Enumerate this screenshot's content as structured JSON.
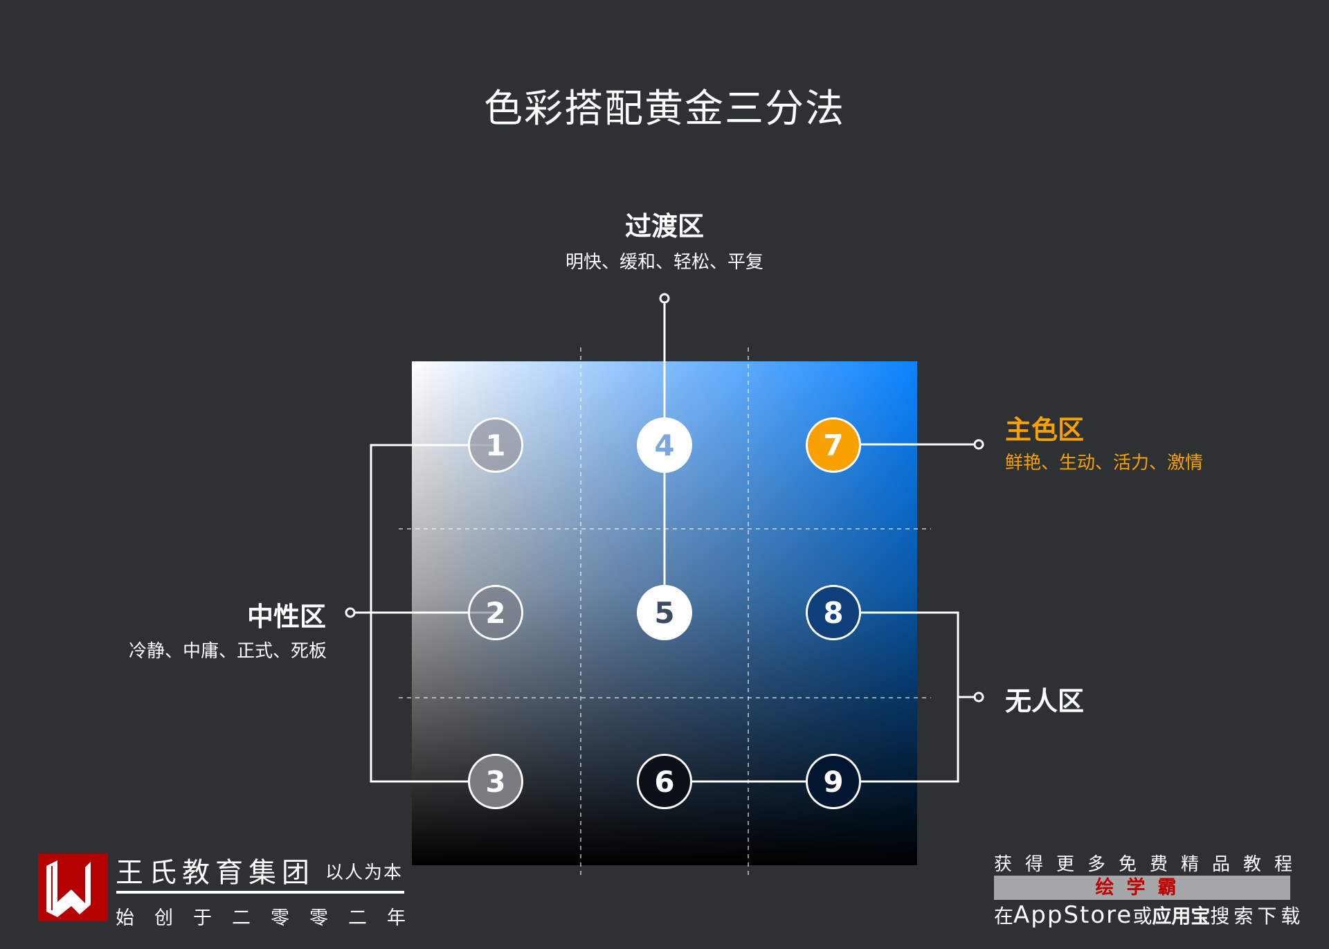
{
  "title": "色彩搭配黄金三分法",
  "zones": {
    "transition": {
      "title": "过渡区",
      "desc": "明快、缓和、轻松、平复"
    },
    "main": {
      "title": "主色区",
      "desc": "鲜艳、生动、活力、激情",
      "color": "#f7a000"
    },
    "neutral": {
      "title": "中性区",
      "desc": "冷静、中庸、正式、死板"
    },
    "dead": {
      "title": "无人区"
    }
  },
  "cells": [
    "1",
    "2",
    "3",
    "4",
    "5",
    "6",
    "7",
    "8",
    "9"
  ],
  "gradient": {
    "top_left": "#ffffff",
    "top_right": "#0a84ff",
    "bottom": "#000000"
  },
  "footer_left": {
    "brand": "王氏教育集团",
    "motto": "以人为本",
    "founded": "始创于二零零二年"
  },
  "footer_right": {
    "line1": "获得更多免费精品教程",
    "app": "绘学霸",
    "line3_a": "在",
    "line3_b": "AppStore",
    "line3_c": "或",
    "line3_d": "应用宝",
    "line3_e": "搜索下载"
  }
}
